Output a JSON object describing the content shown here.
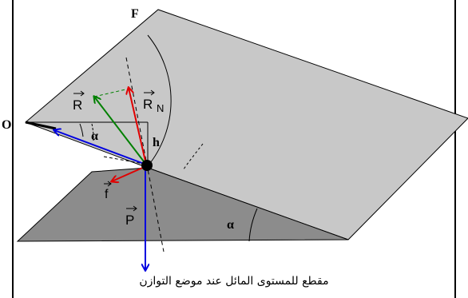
{
  "labels": {
    "point_F": "F",
    "point_O": "O",
    "angle_top": "α",
    "angle_bottom": "α",
    "height": "h",
    "vec_R": "R",
    "vec_RN": "R",
    "vec_RN_sub": "N",
    "vec_f": "f",
    "vec_P": "P"
  },
  "caption": "مقطع للمستوى المائل عند موضع التوازن",
  "colors": {
    "upper_plane": "#c8c8c8",
    "lower_plane": "#8c8c8c",
    "vec_R": "#008000",
    "vec_RN": "#e00000",
    "vec_f": "#e00000",
    "vec_P": "#0000e0",
    "vec_O": "#0000e0"
  }
}
